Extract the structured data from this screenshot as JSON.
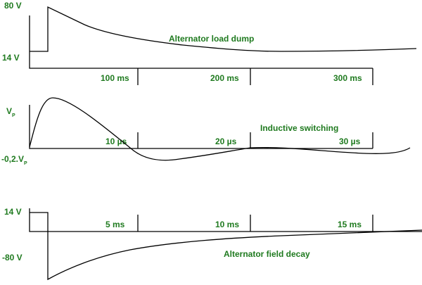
{
  "panels": [
    {
      "y_top_label": "80 V",
      "y_bottom_label": "14 V",
      "ticks": [
        "100 ms",
        "200 ms",
        "300 ms"
      ],
      "caption": "Alternator load dump"
    },
    {
      "y_top_label": "V",
      "y_top_label_sub": "P",
      "y_bottom_label": "-0,2.V",
      "y_bottom_label_sub": "P",
      "ticks": [
        "10 µs",
        "20 µs",
        "30 µs"
      ],
      "caption": "Inductive switching"
    },
    {
      "y_top_label": "14 V",
      "y_bottom_label": "-80 V",
      "ticks": [
        "5 ms",
        "10 ms",
        "15 ms"
      ],
      "caption": "Alternator field decay"
    }
  ],
  "colors": {
    "label": "#1f7a1f",
    "line": "#000000"
  }
}
